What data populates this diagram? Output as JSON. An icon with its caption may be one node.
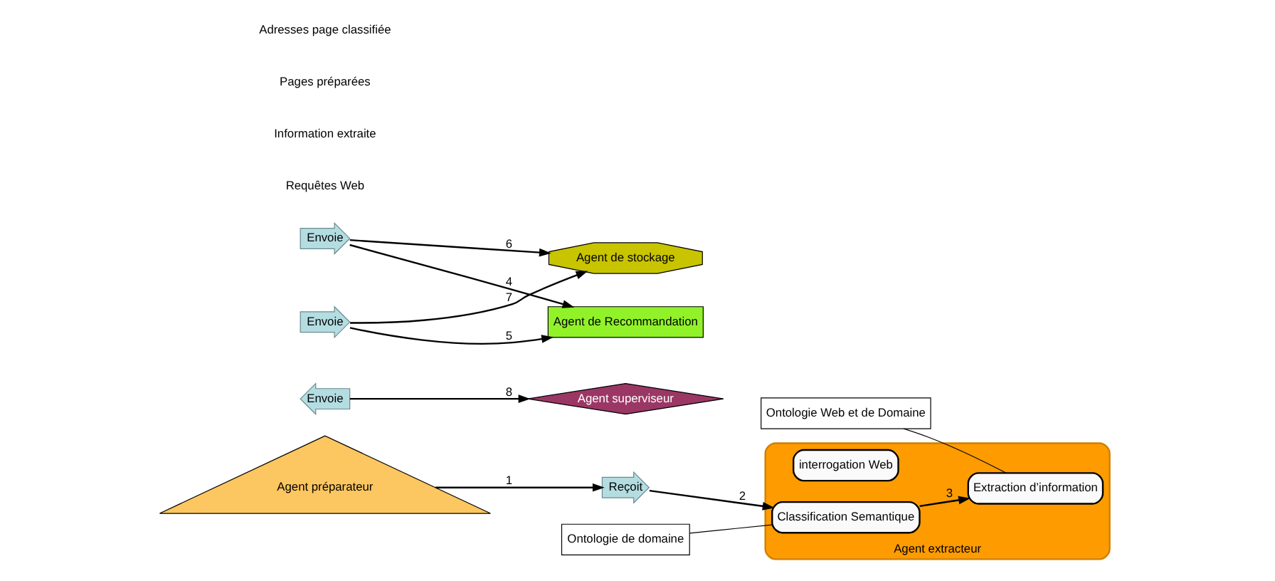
{
  "diagram": {
    "nodes": [
      {
        "text": [
          "Agent extracteur"
        ]
      },
      {
        "text": [
          "interrogation Web"
        ],
        "in": 0
      },
      {
        "text": [
          "Extraction d’information"
        ],
        "in": 0
      },
      {
        "text": [
          "Classification Semantique"
        ],
        "in": 0
      },
      {
        "text": [
          "Envoie"
        ]
      },
      {
        "text": [
          "Envoie"
        ]
      },
      {
        "text": [
          "Reçoit"
        ]
      },
      {
        "text": [
          "Envoie"
        ]
      },
      {
        "text": [
          "Agent superviseur"
        ]
      },
      {
        "text": [
          "Agent préparateur"
        ]
      },
      {
        "text": [
          "Agent de stockage"
        ]
      },
      {
        "text": [
          "Agent de Recommandation"
        ]
      },
      {
        "text": [
          "Ontologie Web et de Domaine"
        ]
      },
      {
        "text": [
          "Ontologie de domaine"
        ]
      }
    ],
    "edges": [
      {
        "from": 9,
        "to": 6,
        "arrow": "to",
        "label": "1"
      },
      {
        "from": 6,
        "to": 3,
        "arrow": "to",
        "label": "2"
      },
      {
        "from": 3,
        "to": 2,
        "arrow": "to",
        "label": "3"
      },
      {
        "from": 5,
        "to": 11,
        "arrow": "to",
        "label": "4"
      },
      {
        "from": 7,
        "to": 11,
        "arrow": "to",
        "label": "5"
      },
      {
        "from": 5,
        "to": 10,
        "arrow": "to",
        "label": "6"
      },
      {
        "from": 7,
        "to": 10,
        "arrow": "to",
        "label": "7"
      },
      {
        "from": 4,
        "to": 8,
        "arrow": "to",
        "label": "8"
      },
      {
        "from": 12,
        "to": 2,
        "arrow": "none"
      },
      {
        "from": 13,
        "to": 3,
        "arrow": "none"
      }
    ],
    "labels": [
      "Requêtes Web",
      "Information extraite",
      "Pages préparées",
      "Adresses page classifiée"
    ]
  }
}
